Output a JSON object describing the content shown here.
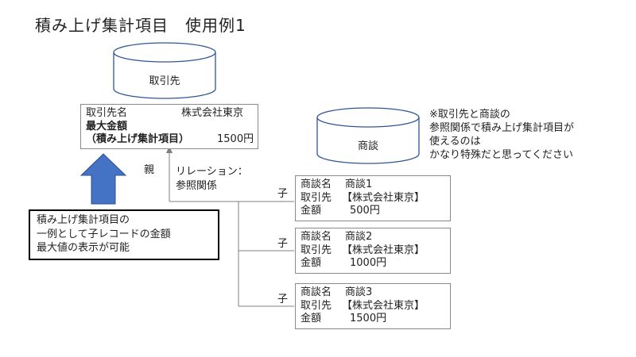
{
  "title": "積み上げ集計項目　使用例1",
  "parent_db": {
    "label": "取引先"
  },
  "child_db": {
    "label": "商談"
  },
  "parent_record": {
    "name_label": "取引先名",
    "name_value": "株式会社東京",
    "max_label": "最大金額",
    "rollup_label": "（積み上げ集計項目）",
    "rollup_value": "1500円"
  },
  "note": [
    "※取引先と商談の",
    "参照関係で積み上げ集計項目が",
    "使えるのは",
    "かなり特殊だと思ってください"
  ],
  "relation_label": [
    "リレーション：",
    "参照関係"
  ],
  "parent_tag": "親",
  "callout": [
    "積み上げ集計項目の",
    "一例として子レコードの金額",
    "最大値の表示が可能"
  ],
  "children": [
    {
      "tag": "子",
      "opp_label": "商談名",
      "opp_value": "商談1",
      "acct_label": "取引先",
      "acct_value": "【株式会社東京】",
      "amt_label": "金額",
      "amt_value": "500円"
    },
    {
      "tag": "子",
      "opp_label": "商談名",
      "opp_value": "商談2",
      "acct_label": "取引先",
      "acct_value": "【株式会社東京】",
      "amt_label": "金額",
      "amt_value": "1000円"
    },
    {
      "tag": "子",
      "opp_label": "商談名",
      "opp_value": "商談3",
      "acct_label": "取引先",
      "acct_value": "【株式会社東京】",
      "amt_label": "金額",
      "amt_value": "1500円"
    }
  ],
  "colors": {
    "cylinder_stroke": "#2f5597",
    "arrow_fill": "#4472c4",
    "line": "#7f7f7f"
  }
}
